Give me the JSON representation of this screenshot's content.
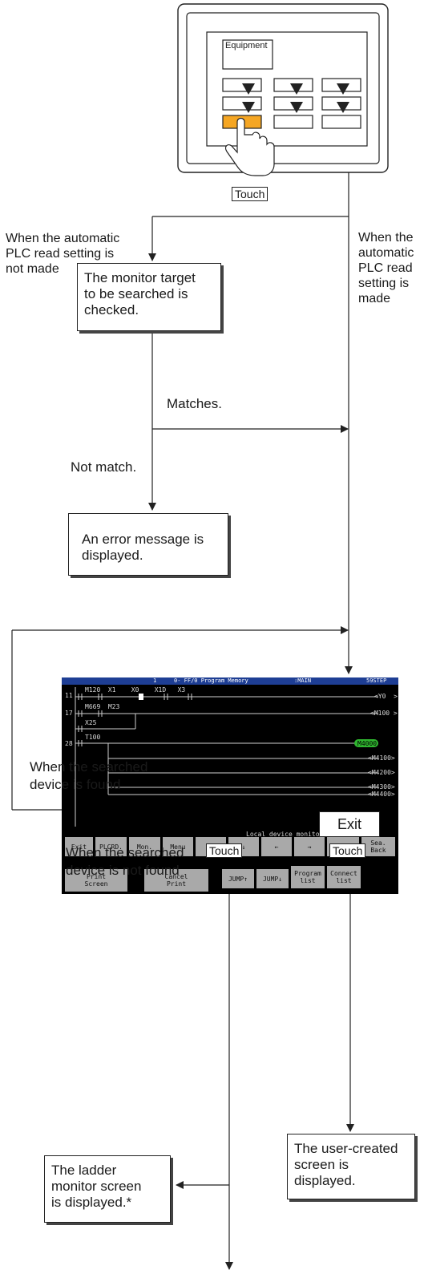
{
  "panel": {
    "equipment_label": "Equipment",
    "touch_label": "Touch"
  },
  "branch_left_label": "When the automatic\nPLC read setting is\nnot made",
  "branch_right_label": "When the\nautomatic\nPLC read\nsetting is\nmade",
  "check_box": "The monitor target\nto be searched is\nchecked.",
  "matches_label": "Matches.",
  "not_match_label": "Not match.",
  "error_box": "An error message is\ndisplayed.",
  "screen": {
    "title": {
      "step": "1",
      "program": "0- FF/0 Program Memory",
      "main": ":MAIN",
      "steps": "59STEP"
    },
    "rows": [
      {
        "num": "11",
        "text": "M120  X1    X0    X1D   X3"
      },
      {
        "num": "",
        "text": "M669  M23"
      },
      {
        "num": "17",
        "text": ""
      },
      {
        "num": "",
        "text": "X25"
      },
      {
        "num": "",
        "text": "T100"
      },
      {
        "num": "28",
        "text": ""
      }
    ],
    "coils": [
      "<Y0  >",
      "<M100 >",
      "M4000",
      "<M4100>",
      "<M4200>",
      "<M4300>",
      "<M4400>"
    ],
    "status": "Local device monitor not executed.",
    "row1_buttons": [
      "Exit",
      "PLCRD.",
      "Mon.",
      "Menu",
      "↑",
      "↓",
      "←",
      "→",
      "↵",
      "Sea.\nBack"
    ],
    "row2_buttons": [
      "Print\nScreen",
      "Cancel\nPrint",
      "JUMP↑",
      "JUMP↓",
      "Program\nlist",
      "Connect\nlist"
    ]
  },
  "found_label": "When the searched\ndevice is found",
  "not_found_label": "When the searched\ndevice is not found",
  "exit_key_label": "Exit",
  "touch_label": "Touch",
  "ladder_box": "The ladder\nmonitor screen\nis displayed.*",
  "user_box": "The user-created\nscreen is\ndisplayed."
}
